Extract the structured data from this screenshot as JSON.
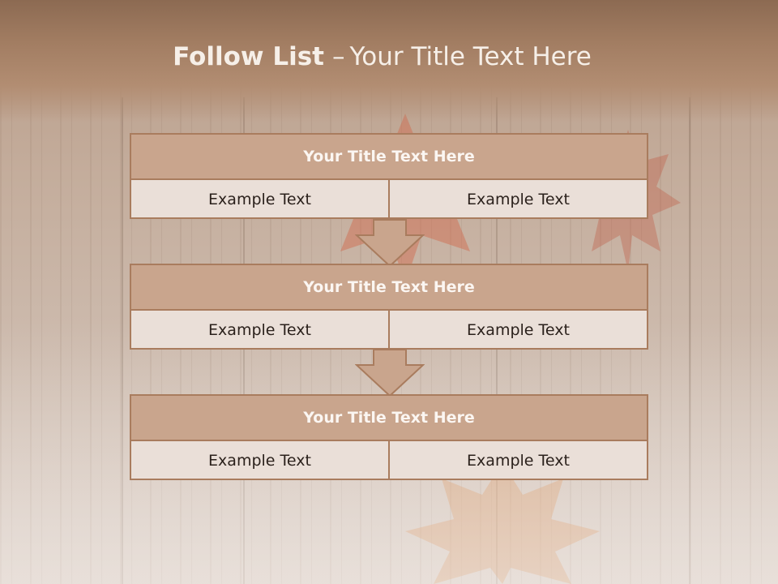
{
  "slide": {
    "title_bold": "Follow List",
    "title_dash": "–",
    "title_rest": "Your Title Text Here"
  },
  "flow": [
    {
      "title": "Your Title Text Here",
      "left": "Example Text",
      "right": "Example Text"
    },
    {
      "title": "Your Title Text Here",
      "left": "Example Text",
      "right": "Example Text"
    },
    {
      "title": "Your Title Text Here",
      "left": "Example Text",
      "right": "Example Text"
    }
  ],
  "colors": {
    "header": "#a27d62",
    "box_head": "#c9a58d",
    "box_body": "#eadfd8",
    "border": "#a97c5e",
    "arrow": "#c9a58d"
  },
  "icons": [
    "down-arrow-icon",
    "maple-leaf-icon"
  ]
}
